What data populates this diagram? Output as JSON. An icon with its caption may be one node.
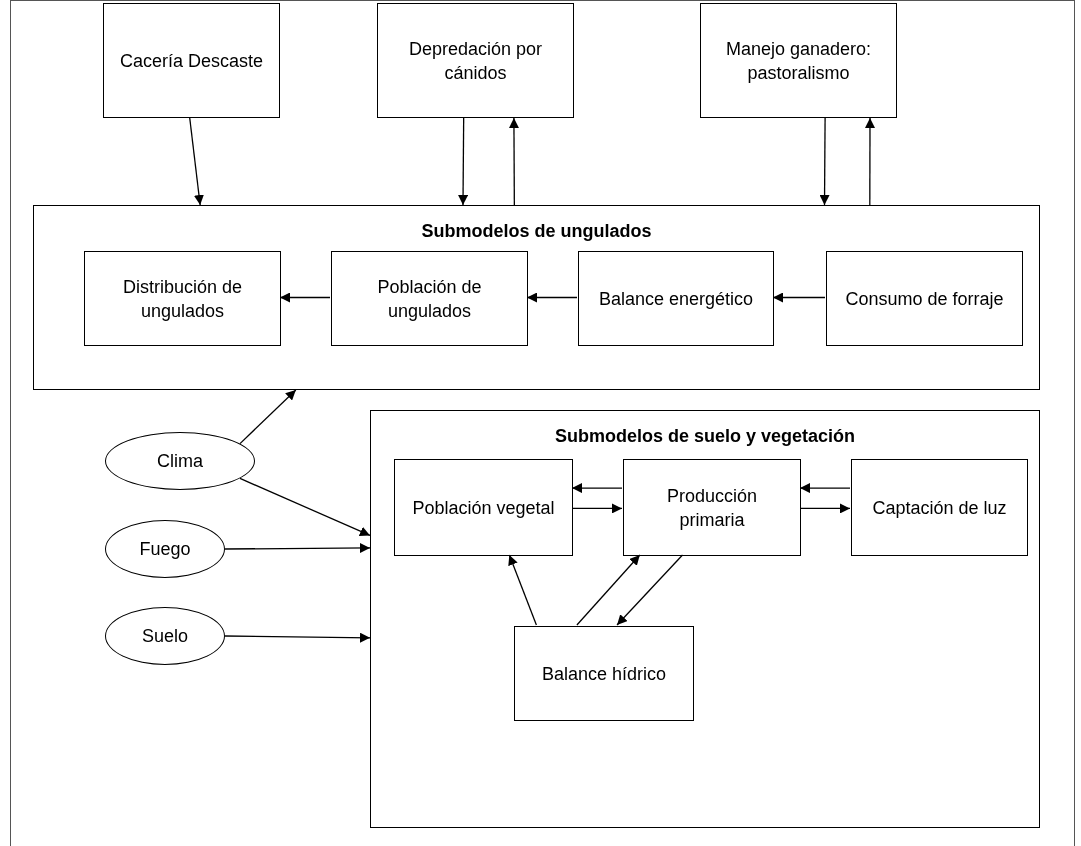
{
  "diagram": {
    "nodes": [
      {
        "text": [
          "Cacería Descaste"
        ]
      },
      {
        "text": [
          "Depredación por cánidos"
        ]
      },
      {
        "text": [
          "Manejo ganadero: pastoralismo"
        ]
      },
      {
        "text": [
          "Submodelos de ungulados"
        ]
      },
      {
        "text": [
          "Distribución de ungulados"
        ],
        "in": 3
      },
      {
        "text": [
          "Población de ungulados"
        ],
        "in": 3
      },
      {
        "text": [
          "Balance energético"
        ],
        "in": 3
      },
      {
        "text": [
          "Consumo de forraje"
        ],
        "in": 3
      },
      {
        "text": [
          "Clima"
        ]
      },
      {
        "text": [
          "Submodelos de suelo y vegetación"
        ]
      },
      {
        "text": [
          "Población vegetal"
        ],
        "in": 9
      },
      {
        "text": [
          "Producción primaria"
        ],
        "in": 9
      },
      {
        "text": [
          "Captación de luz"
        ],
        "in": 9
      },
      {
        "text": [
          "Balance hídrico"
        ],
        "in": 9
      },
      {
        "text": [
          "Fuego"
        ]
      },
      {
        "text": [
          "Suelo"
        ]
      }
    ],
    "edges": [
      {
        "from": 0,
        "to": 3,
        "arrow": "to"
      },
      {
        "from": 1,
        "to": 3,
        "arrow": "to"
      },
      {
        "from": 3,
        "to": 1,
        "arrow": "to"
      },
      {
        "from": 2,
        "to": 3,
        "arrow": "to"
      },
      {
        "from": 3,
        "to": 2,
        "arrow": "to"
      },
      {
        "from": 7,
        "to": 6,
        "arrow": "to"
      },
      {
        "from": 6,
        "to": 5,
        "arrow": "to"
      },
      {
        "from": 5,
        "to": 4,
        "arrow": "to"
      },
      {
        "from": 8,
        "to": 3,
        "arrow": "to"
      },
      {
        "from": 8,
        "to": 9,
        "arrow": "to"
      },
      {
        "from": 14,
        "to": 9,
        "arrow": "to"
      },
      {
        "from": 15,
        "to": 9,
        "arrow": "to"
      },
      {
        "from": 11,
        "to": 10,
        "arrow": "to"
      },
      {
        "from": 10,
        "to": 11,
        "arrow": "to"
      },
      {
        "from": 12,
        "to": 11,
        "arrow": "to"
      },
      {
        "from": 11,
        "to": 12,
        "arrow": "to"
      },
      {
        "from": 13,
        "to": 10,
        "arrow": "to"
      },
      {
        "from": 13,
        "to": 11,
        "arrow": "to"
      },
      {
        "from": 11,
        "to": 13,
        "arrow": "to"
      }
    ]
  }
}
